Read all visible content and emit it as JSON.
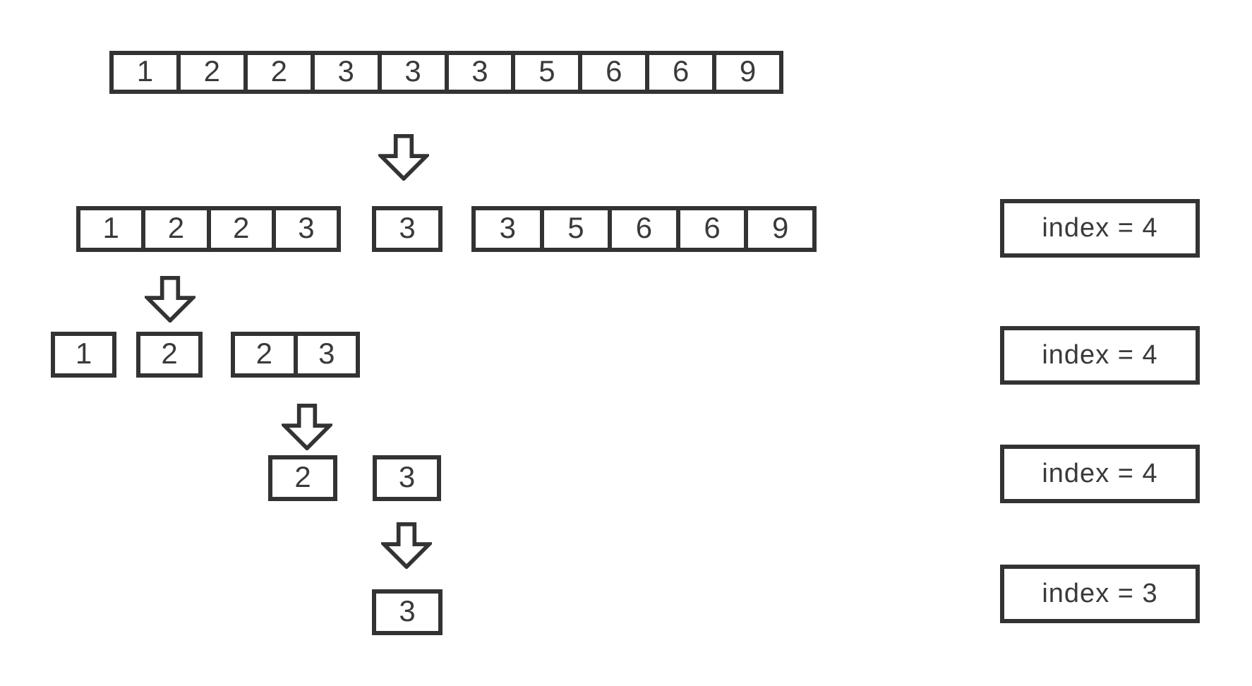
{
  "colors": {
    "stroke": "#333333",
    "text": "#3a3a3a",
    "background": "#ffffff"
  },
  "rows": {
    "row1": {
      "array": [
        "1",
        "2",
        "2",
        "3",
        "3",
        "3",
        "5",
        "6",
        "6",
        "9"
      ]
    },
    "row2": {
      "left": [
        "1",
        "2",
        "2",
        "3"
      ],
      "mid": [
        "3"
      ],
      "right": [
        "3",
        "5",
        "6",
        "6",
        "9"
      ]
    },
    "row3": {
      "a": [
        "1"
      ],
      "b": [
        "2"
      ],
      "c": [
        "2",
        "3"
      ]
    },
    "row4": {
      "a": [
        "2"
      ],
      "b": [
        "3"
      ]
    },
    "row5": {
      "a": [
        "3"
      ]
    }
  },
  "index_boxes": [
    {
      "label": "index = 4"
    },
    {
      "label": "index = 4"
    },
    {
      "label": "index = 4"
    },
    {
      "label": "index = 3"
    }
  ]
}
